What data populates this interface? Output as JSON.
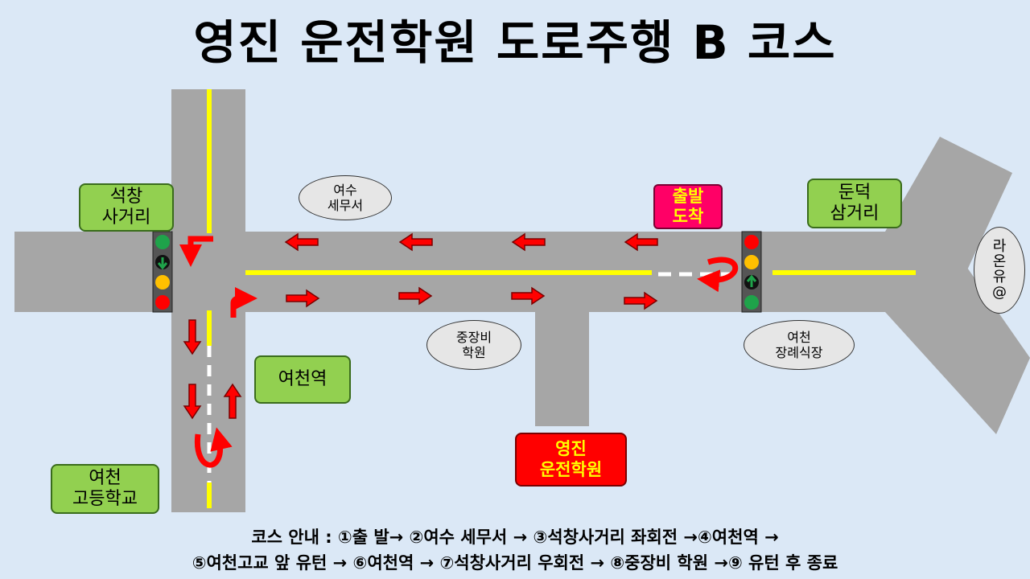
{
  "title": "영진 운전학원 도로주행 B 코스",
  "places": {
    "seokchang_line1": "석창",
    "seokchang_line2": "사거리",
    "yeosu_line1": "여수",
    "yeosu_line2": "세무서",
    "depart_line1": "출발",
    "depart_line2": "도착",
    "dundeok_line1": "둔덕",
    "dundeok_line2": "삼거리",
    "raonyu_line1": "라",
    "raonyu_line2": "온",
    "raonyu_line3": "유",
    "raonyu_line4": "@",
    "jungjang_line1": "중장비",
    "jungjang_line2": "학원",
    "funeral_line1": "여천",
    "funeral_line2": "장례식장",
    "yeocheon_station": "여천역",
    "school_line1": "여천",
    "school_line2": "고등학교",
    "academy_line1": "영진",
    "academy_line2": "운전학원"
  },
  "course_guide": {
    "line1": "코스 안내 : ①출 발→ ②여수 세무서 → ③석창사거리 좌회전 →④여천역 →",
    "line2": "⑤여천고교 앞 유턴 → ⑥여천역 → ⑦석창사거리 우회전 → ⑧중장비 학원 →⑨ 유턴 후 종료"
  },
  "colors": {
    "road": "#a6a6a6",
    "center_line": "#ffff00",
    "arrow": "#ff0000",
    "label_green": "#92d050",
    "label_red": "#ff0000",
    "label_pink": "#ff0066",
    "background": "#dbe8f6"
  },
  "icons": [
    "arrow-left-icon",
    "arrow-right-icon",
    "arrow-down-icon",
    "arrow-up-icon",
    "turn-left-icon",
    "turn-right-icon",
    "u-turn-icon",
    "traffic-light-icon"
  ]
}
